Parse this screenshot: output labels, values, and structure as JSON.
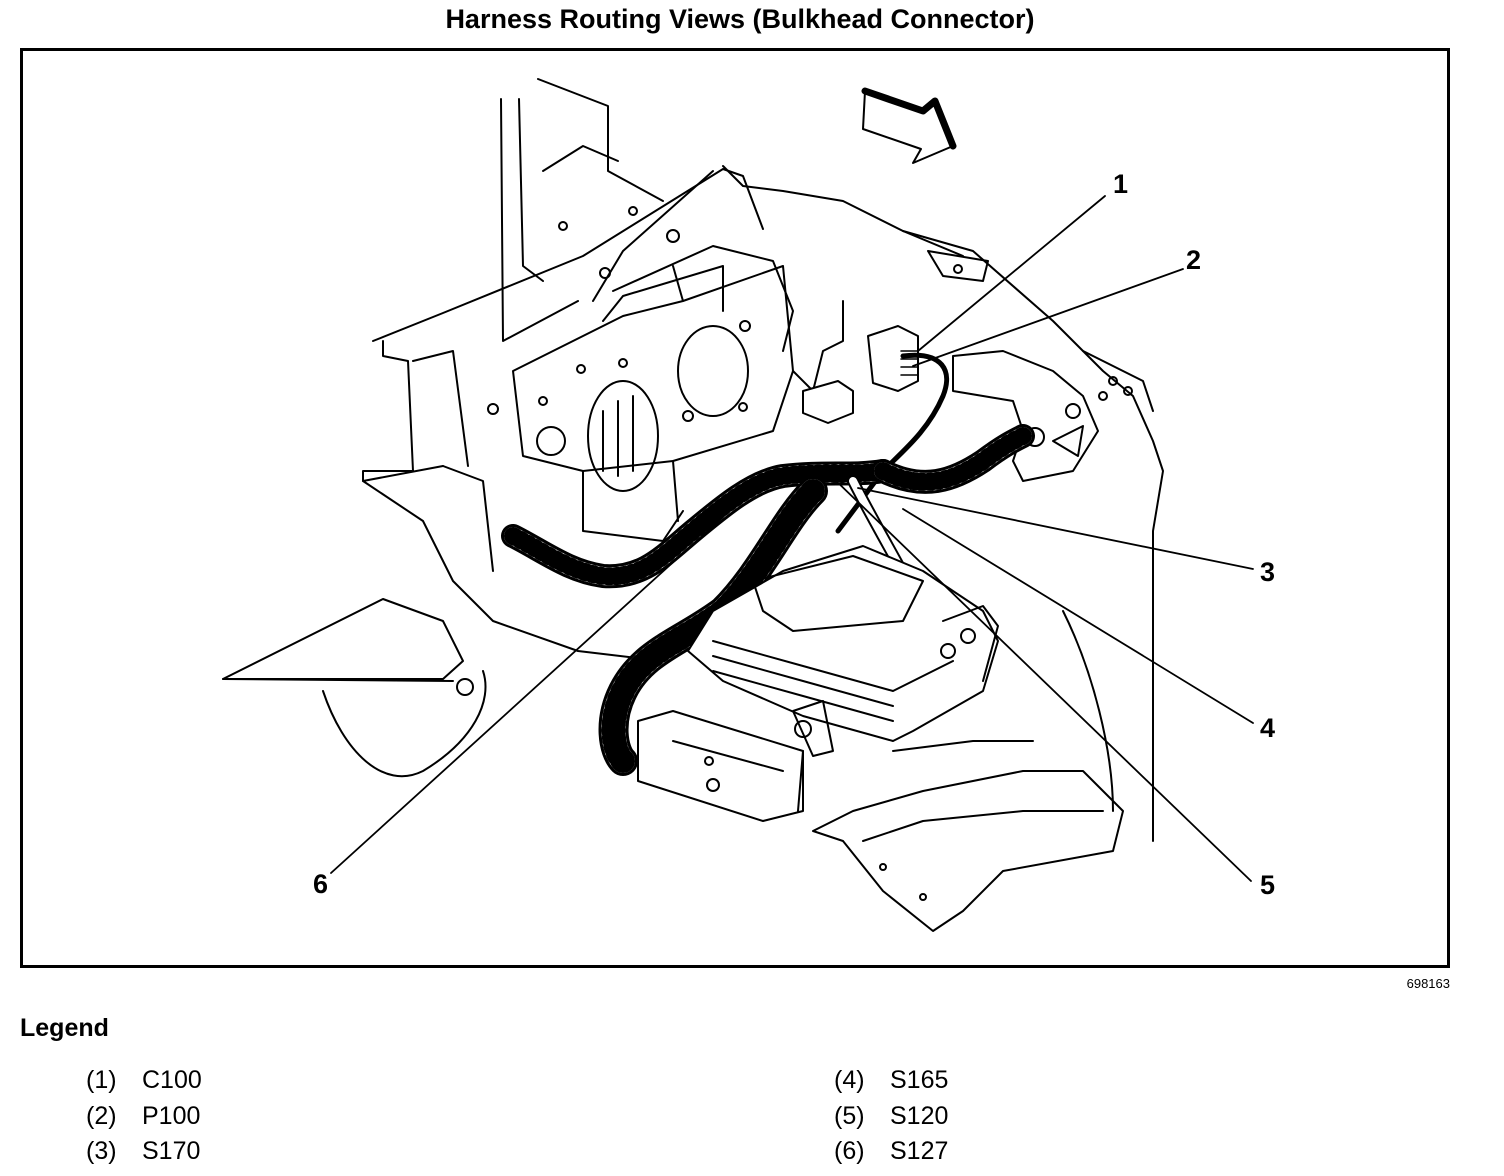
{
  "title": "Harness Routing Views (Bulkhead Connector)",
  "figure_number": "698163",
  "callouts": [
    "1",
    "2",
    "3",
    "4",
    "5",
    "6"
  ],
  "legend": {
    "heading": "Legend",
    "items": [
      {
        "num": "(1)",
        "label": "C100"
      },
      {
        "num": "(2)",
        "label": "P100"
      },
      {
        "num": "(3)",
        "label": "S170"
      },
      {
        "num": "(4)",
        "label": "S165"
      },
      {
        "num": "(5)",
        "label": "S120"
      },
      {
        "num": "(6)",
        "label": "S127"
      }
    ]
  }
}
